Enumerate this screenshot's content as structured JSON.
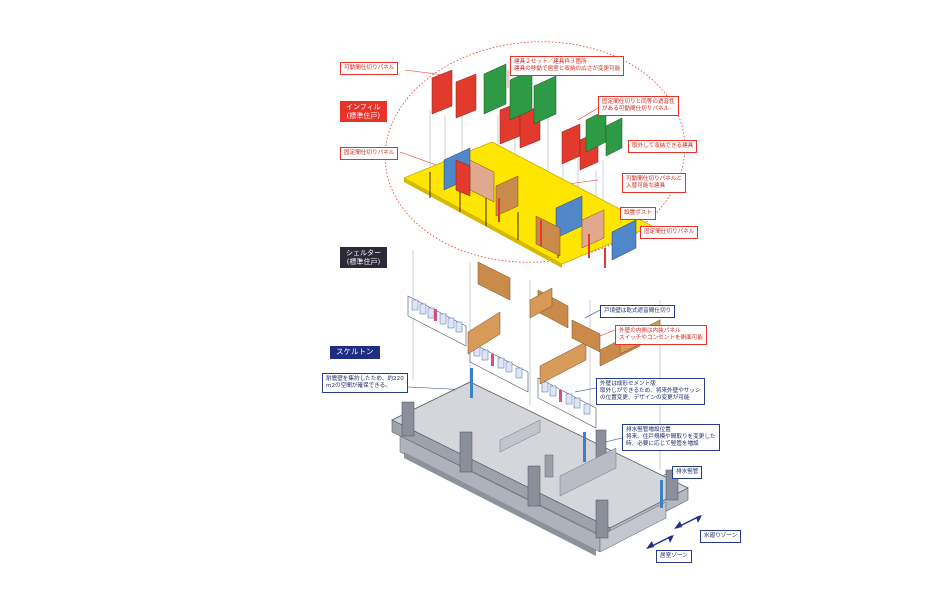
{
  "sections": {
    "infill": {
      "line1": "インフィル",
      "line2": "(標準住戸)"
    },
    "shelter": {
      "line1": "シェルター",
      "line2": "(標準住戸)"
    },
    "skeleton": {
      "line1": "スケルトン"
    }
  },
  "labels": {
    "movable_partition": [
      "可動間仕切りパネル"
    ],
    "fixtures_two_sets": [
      "建具２セット／建具枠３箇所",
      "建具の移動で居室と収納の広さが変更可能"
    ],
    "same_soundproof": [
      "固定間仕切りと同等の遮音性",
      "がある可動間仕切りパネル"
    ],
    "fixed_partition": [
      "固定間仕切りパネル"
    ],
    "removable_fixture": [
      "取外して収納できる建具"
    ],
    "swappable_fixture": [
      "可動間仕切りパネルと",
      "入替可能な建具"
    ],
    "install_post": [
      "設置ポスト"
    ],
    "fixed_partition_right": [
      "固定間仕切りパネル"
    ],
    "boundary_wall": [
      "戸境壁は乾式遮音間仕切り"
    ],
    "inner_panel": [
      "外壁の内側は内装パネル",
      "スイッチやコンセントを側面可能"
    ],
    "seismic_wall": [
      "耐震壁を集約したため、約220",
      "m2の空間が確保できる。"
    ],
    "exterior_wall": [
      "外壁は成形セメント版",
      "取外しができるため、将来外壁やサッシ",
      "の位置変更、デザインの変更が可能"
    ],
    "drain_position": [
      "排水竪管増設位置",
      "将来、住戸規模や間取りを変更した",
      "時、必要に応じて竪管を増設"
    ],
    "drain_pipe": [
      "排水竪管"
    ],
    "water_zone": [
      "水廻りゾーン"
    ],
    "living_zone": [
      "居室ゾーン"
    ]
  },
  "colors": {
    "callout_red": "#e8332b",
    "callout_blue": "#283a8c",
    "floor_yellow": "#ffe600",
    "panel_red": "#e23b2e",
    "panel_green": "#2e9a45",
    "panel_blue": "#4f87c8",
    "panel_wood": "#c98a4a",
    "slab_gray": "#c9cbd2"
  }
}
